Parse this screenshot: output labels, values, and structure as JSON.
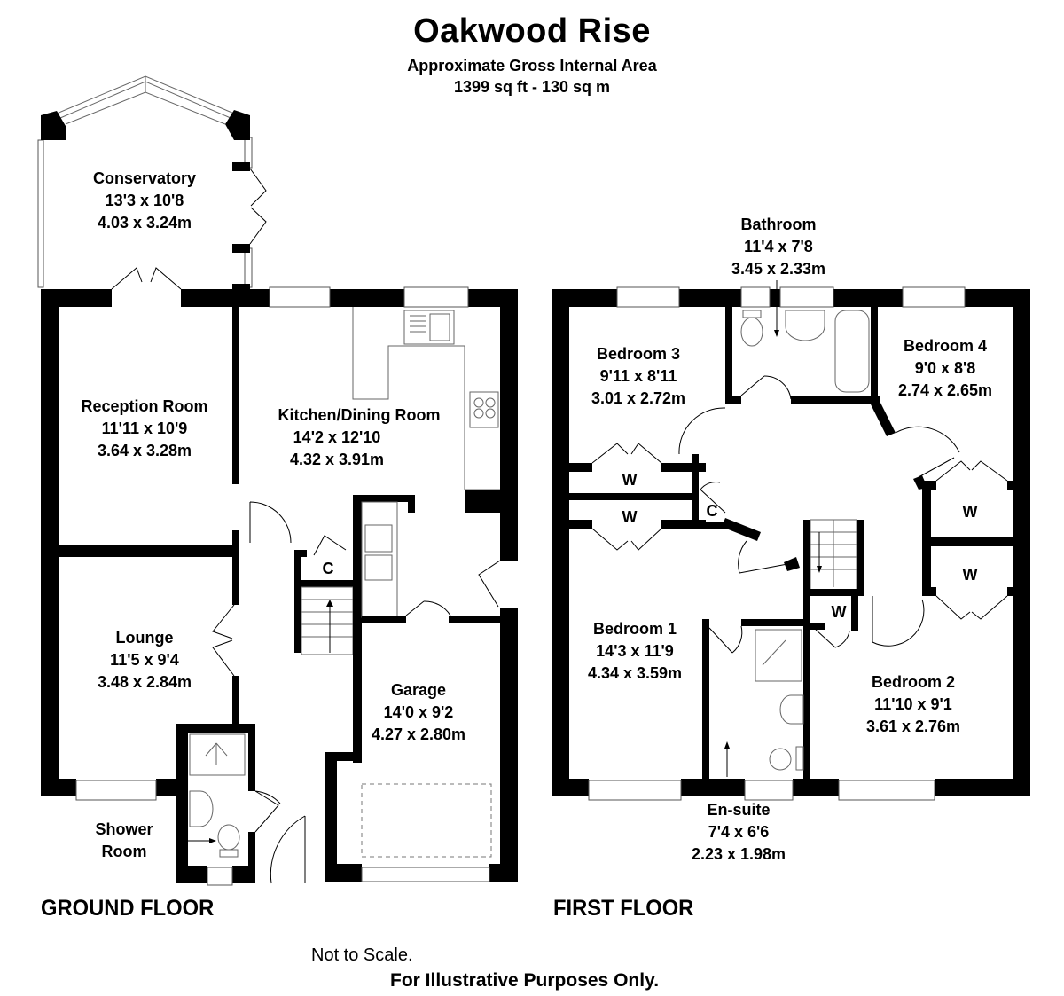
{
  "header": {
    "title": "Oakwood Rise",
    "area_label": "Approximate Gross Internal Area",
    "area_value": "1399 sq ft - 130 sq m"
  },
  "ground_floor": {
    "label": "GROUND FLOOR",
    "rooms": [
      {
        "name": "Conservatory",
        "imperial": "13'3 x 10'8",
        "metric": "4.03 x 3.24m"
      },
      {
        "name": "Reception Room",
        "imperial": "11'11 x 10'9",
        "metric": "3.64 x 3.28m"
      },
      {
        "name": "Kitchen/Dining Room",
        "imperial": "14'2 x 12'10",
        "metric": "4.32 x 3.91m"
      },
      {
        "name": "Lounge",
        "imperial": "11'5 x 9'4",
        "metric": "3.48 x 2.84m"
      },
      {
        "name": "Garage",
        "imperial": "14'0 x 9'2",
        "metric": "4.27 x 2.80m"
      },
      {
        "name_line1": "Shower",
        "name_line2": "Room"
      }
    ],
    "cupboard": "C"
  },
  "first_floor": {
    "label": "FIRST FLOOR",
    "rooms": [
      {
        "name": "Bathroom",
        "imperial": "11'4 x 7'8",
        "metric": "3.45 x 2.33m"
      },
      {
        "name": "Bedroom 3",
        "imperial": "9'11 x 8'11",
        "metric": "3.01 x 2.72m"
      },
      {
        "name": "Bedroom 4",
        "imperial": "9'0 x 8'8",
        "metric": "2.74 x 2.65m"
      },
      {
        "name": "Bedroom 1",
        "imperial": "14'3 x 11'9",
        "metric": "4.34 x 3.59m"
      },
      {
        "name": "Bedroom 2",
        "imperial": "11'10 x 9'1",
        "metric": "3.61 x 2.76m"
      },
      {
        "name": "En-suite",
        "imperial": "7'4 x 6'6",
        "metric": "2.23 x 1.98m"
      }
    ],
    "wardrobe": "W",
    "cupboard": "C"
  },
  "footer": {
    "scale_note": "Not to Scale.",
    "disclaimer": "For Illustrative Purposes Only."
  }
}
